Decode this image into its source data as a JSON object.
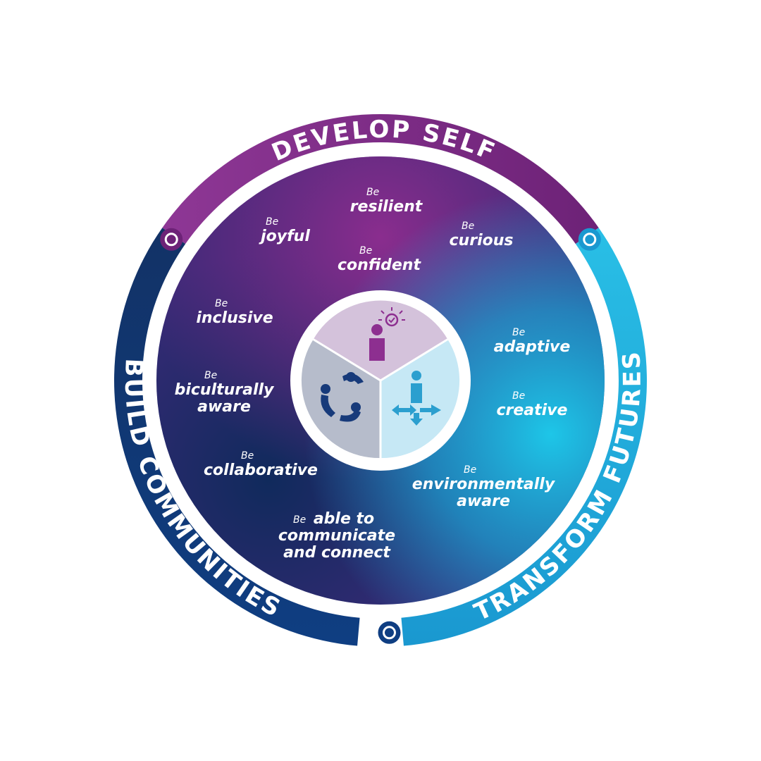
{
  "diagram": {
    "segments": [
      {
        "id": "develop-self",
        "label": "DEVELOP SELF",
        "color": "#7b2a84"
      },
      {
        "id": "build-communities",
        "label": "BUILD COMMUNITIES",
        "color": "#13336e"
      },
      {
        "id": "transform-futures",
        "label": "TRANSFORM FUTURES",
        "color": "#25b4dc"
      }
    ],
    "prefix": "Be",
    "attributes": [
      {
        "id": "resilient",
        "lines": [
          "resilient"
        ]
      },
      {
        "id": "joyful",
        "lines": [
          "joyful"
        ]
      },
      {
        "id": "curious",
        "lines": [
          "curious"
        ]
      },
      {
        "id": "confident",
        "lines": [
          "confident"
        ]
      },
      {
        "id": "inclusive",
        "lines": [
          "inclusive"
        ]
      },
      {
        "id": "adaptive",
        "lines": [
          "adaptive"
        ]
      },
      {
        "id": "biculturally-aware",
        "lines": [
          "biculturally",
          "aware"
        ]
      },
      {
        "id": "creative",
        "lines": [
          "creative"
        ]
      },
      {
        "id": "collaborative",
        "lines": [
          "collaborative"
        ]
      },
      {
        "id": "environmentally-aware",
        "lines": [
          "environmentally",
          "aware"
        ]
      },
      {
        "id": "able-to-communicate",
        "lines": [
          "able to",
          "communicate",
          "and connect"
        ]
      }
    ],
    "center_icons": [
      {
        "id": "person-lightbulb-icon",
        "segment": "develop-self"
      },
      {
        "id": "people-circle-icon",
        "segment": "build-communities"
      },
      {
        "id": "person-directions-icon",
        "segment": "transform-futures"
      }
    ]
  }
}
